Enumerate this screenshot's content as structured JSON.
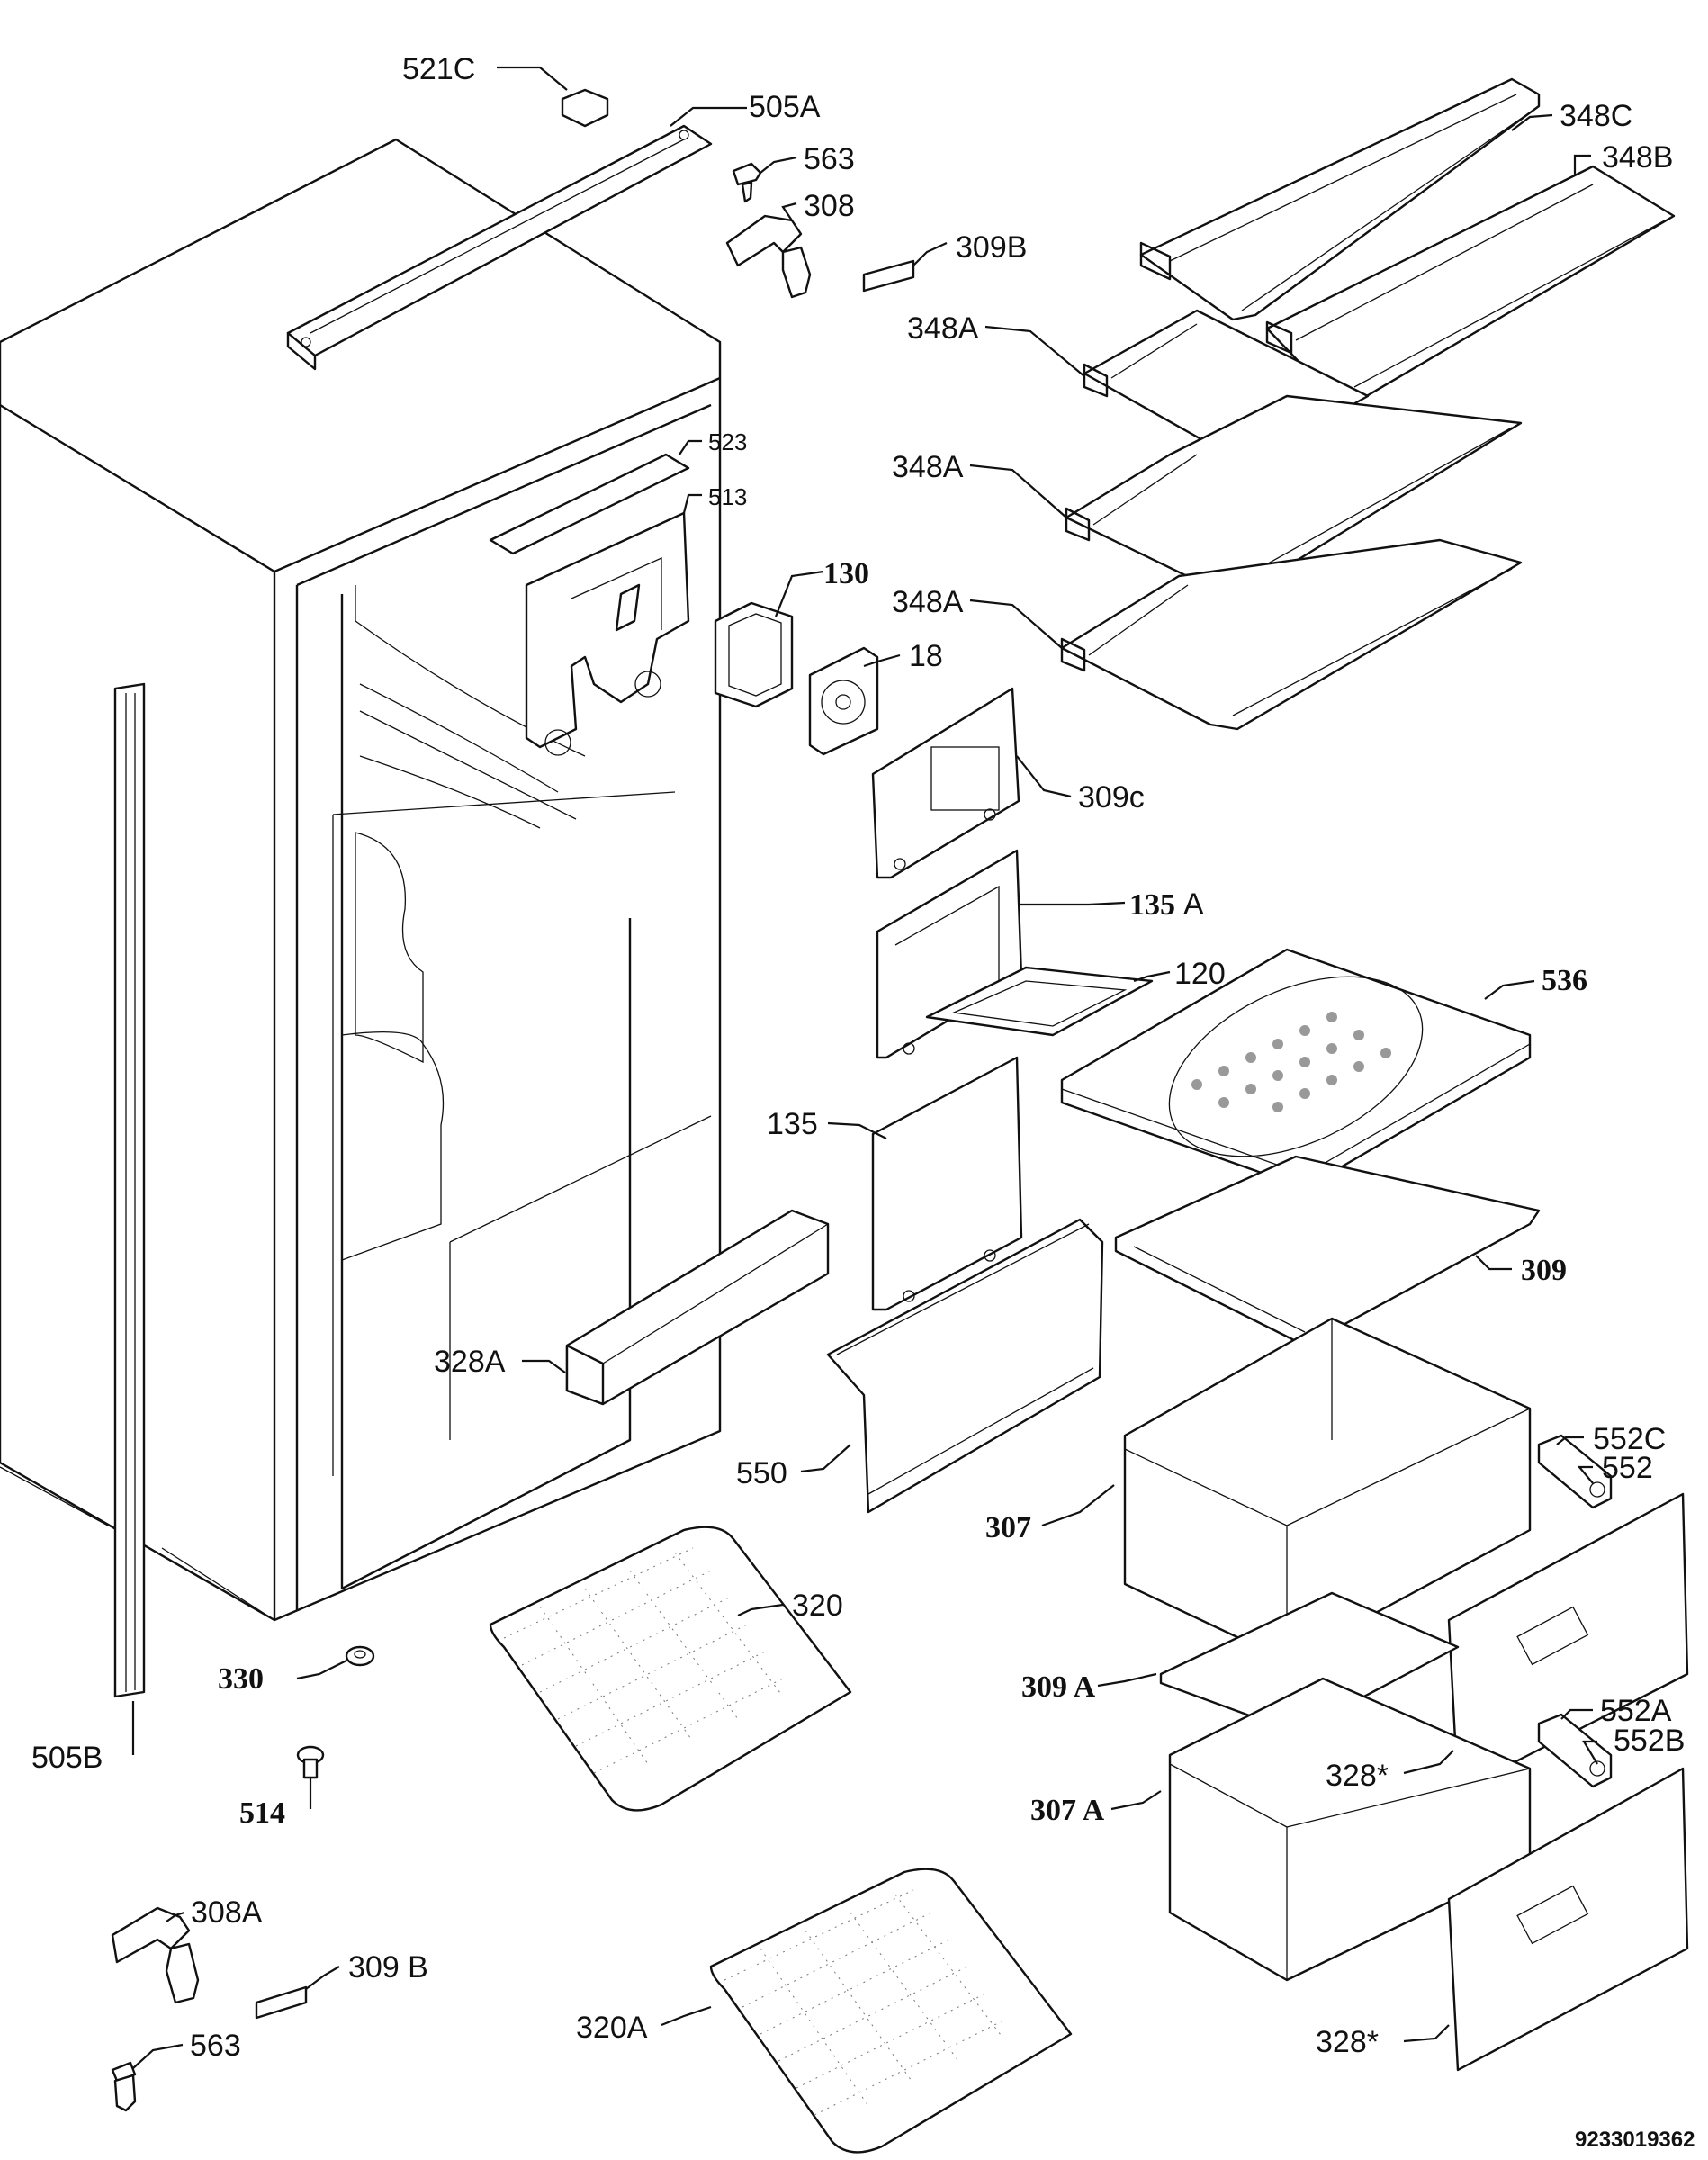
{
  "labels": {
    "l521c": "521C",
    "l505a": "505A",
    "l563a": "563",
    "l308": "308",
    "l309b_top": "309B",
    "l348c": "348C",
    "l348b": "348B",
    "l348a_1": "348A",
    "l348a_2": "348A",
    "l348a_3": "348A",
    "l523": "523",
    "l513": "513",
    "l130": "130",
    "l18": "18",
    "l309c": "309c",
    "l135a": "135",
    "l135a_suffix": "A",
    "l120": "120",
    "l536": "536",
    "l135": "135",
    "l309": "309",
    "l328a": "328A",
    "l550": "550",
    "l552c": "552C",
    "l552": "552",
    "l307": "307",
    "l320": "320",
    "l330": "330",
    "l309a": "309 A",
    "l552a": "552A",
    "l552b": "552B",
    "l505b": "505B",
    "l514": "514",
    "l328star_1": "328*",
    "l307a": "307 A",
    "l308a": "308A",
    "l309b_bot": "309 B",
    "l328star_2": "328*",
    "l320a": "320A",
    "l563b": "563"
  },
  "footer": {
    "code": "9233019362"
  }
}
